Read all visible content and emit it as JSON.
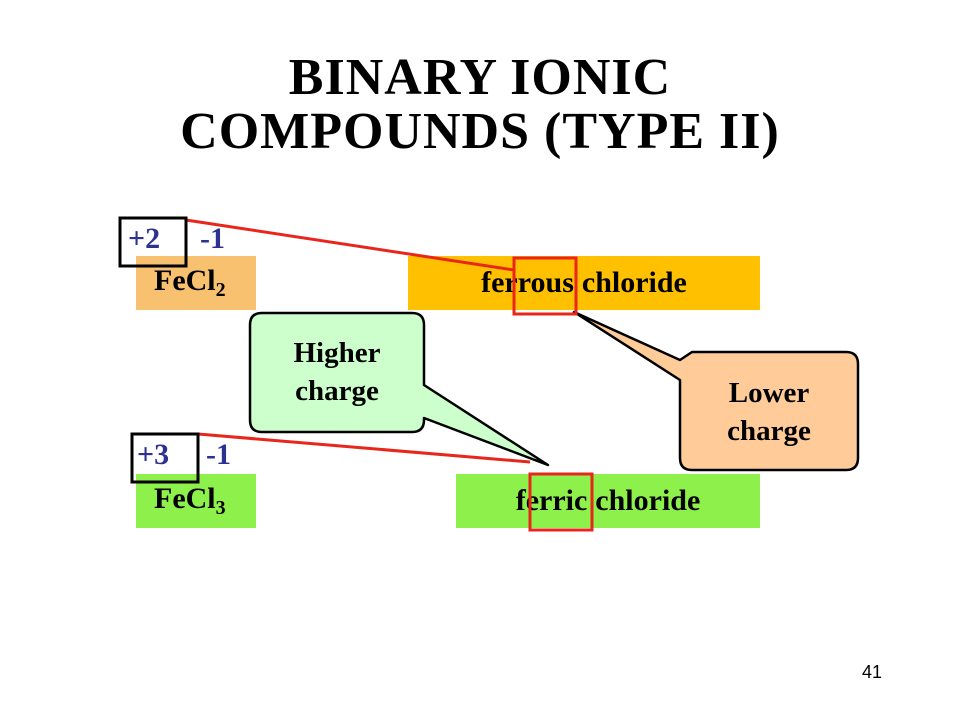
{
  "slide": {
    "title_line1": "BINARY IONIC",
    "title_line2": "COMPOUNDS (TYPE II)",
    "page_number": "41"
  },
  "row1": {
    "cation_charge": "+2",
    "anion_charge": "-1",
    "formula_element": "FeCl",
    "formula_subscript": "2",
    "name_prefix": "ferrous",
    "name_suffix": "chloride",
    "formula_color": "#f8c16f",
    "name_color": "#ffc000"
  },
  "row2": {
    "cation_charge": "+3",
    "anion_charge": "-1",
    "formula_element": "FeCl",
    "formula_subscript": "3",
    "name_prefix": "ferric",
    "name_suffix": "chloride",
    "formula_color": "#8ef04b",
    "name_color": "#8ef04b"
  },
  "callouts": {
    "higher": {
      "line1": "Higher",
      "line2": "charge",
      "color": "#ccffcc"
    },
    "lower": {
      "line1": "Lower",
      "line2": "charge",
      "color": "#ffcc99"
    }
  },
  "colors": {
    "highlight_box": "#e8261c",
    "connector_line": "#e8261c",
    "charge_text": "#2e3192"
  }
}
